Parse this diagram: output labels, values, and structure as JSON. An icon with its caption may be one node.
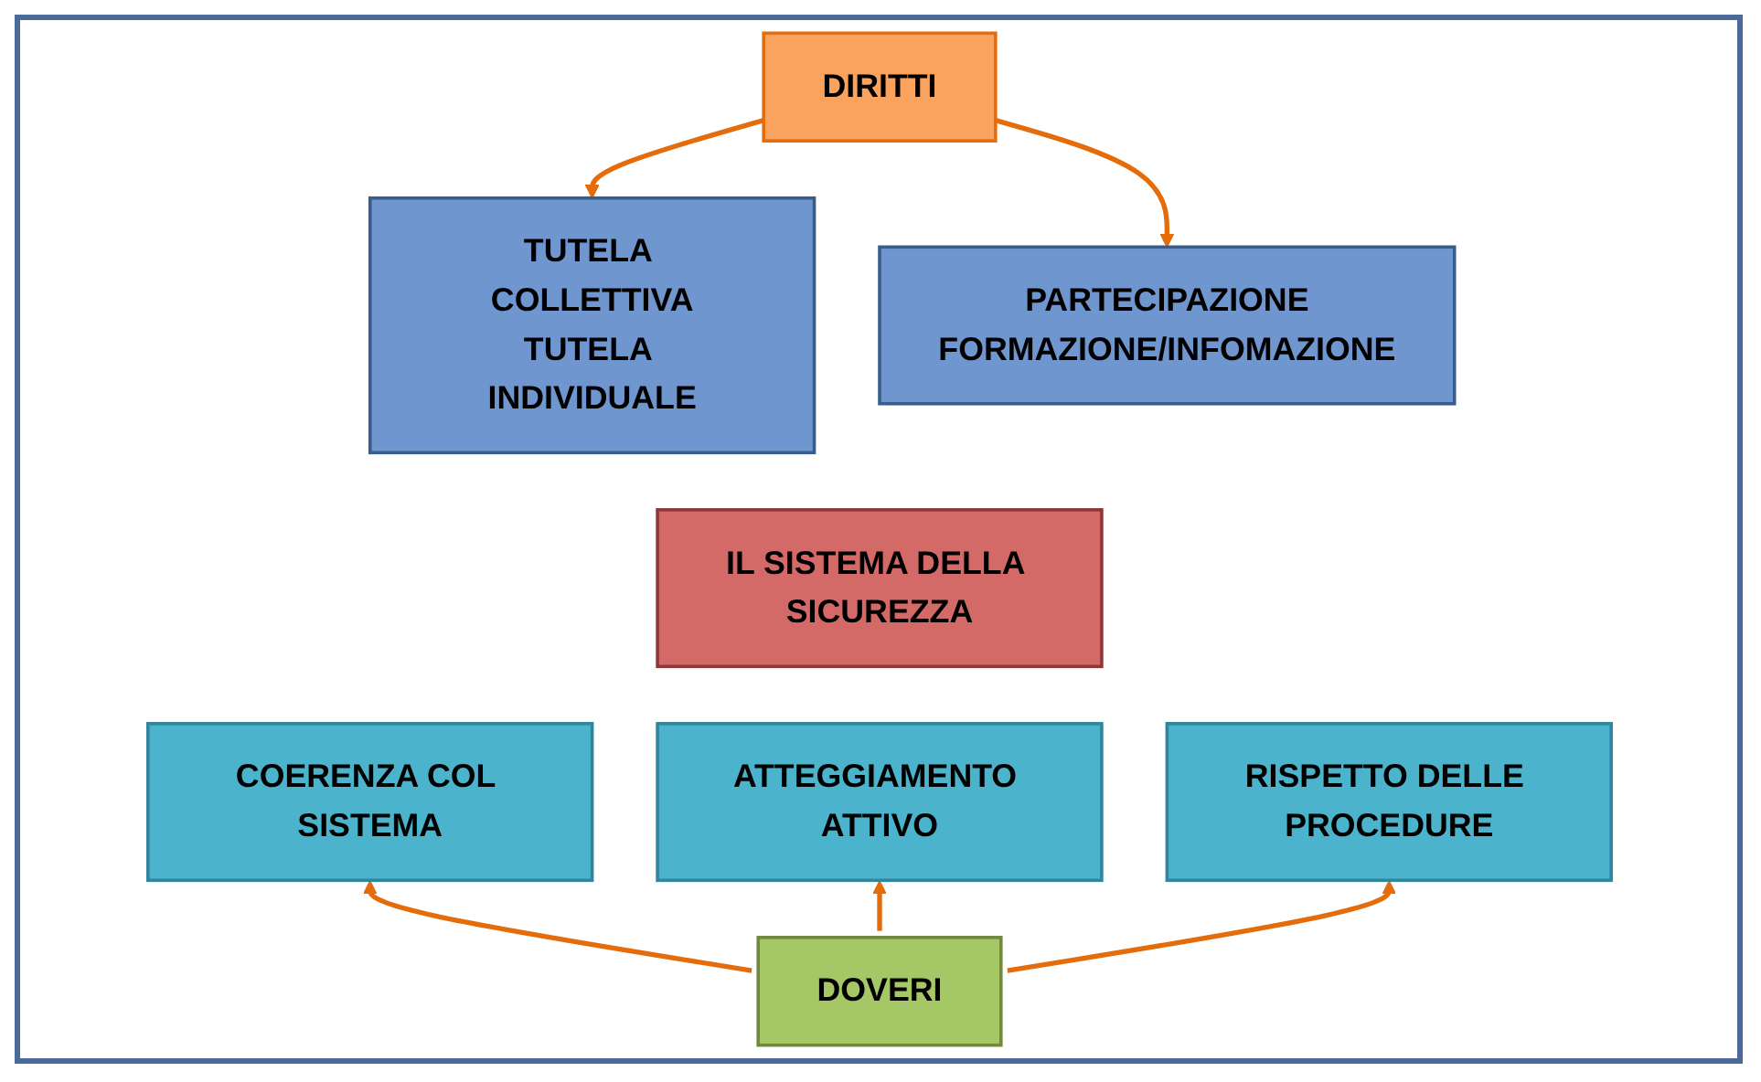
{
  "diagram": {
    "nodes": [
      {
        "text": [
          "DIRITTI"
        ]
      },
      {
        "text": [
          "TUTELA COLLETTIVA",
          "TUTELA INDIVIDUALE"
        ]
      },
      {
        "text": [
          "PARTECIPAZIONE",
          "FORMAZIONE/INFOMAZIONE"
        ]
      },
      {
        "text": [
          "IL SISTEMA DELLA SICUREZZA"
        ]
      },
      {
        "text": [
          "COERENZA COL SISTEMA"
        ]
      },
      {
        "text": [
          "ATTEGGIAMENTO ATTIVO"
        ]
      },
      {
        "text": [
          "RISPETTO DELLE PROCEDURE"
        ]
      },
      {
        "text": [
          "DOVERI"
        ]
      }
    ],
    "edges": [
      {
        "from": 0,
        "to": 1,
        "arrow": "to"
      },
      {
        "from": 0,
        "to": 2,
        "arrow": "to"
      },
      {
        "from": 7,
        "to": 4,
        "arrow": "to"
      },
      {
        "from": 7,
        "to": 5,
        "arrow": "to"
      },
      {
        "from": 7,
        "to": 6,
        "arrow": "to"
      }
    ]
  }
}
